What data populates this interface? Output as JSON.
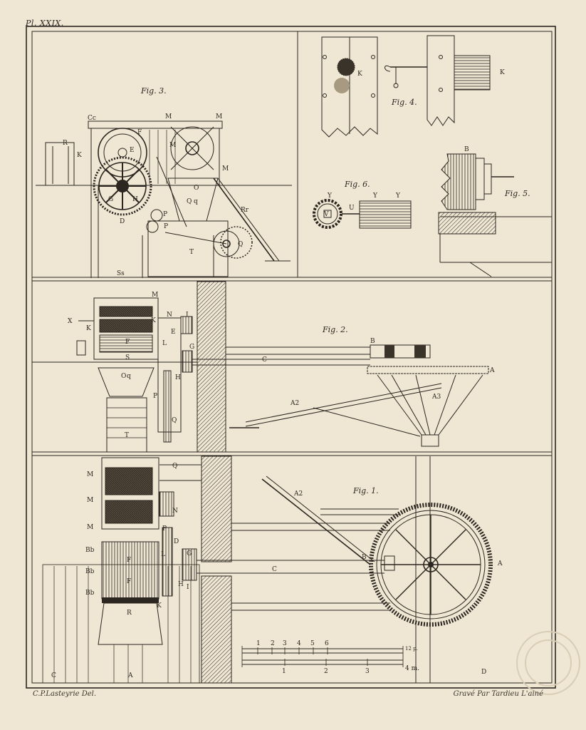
{
  "plate": {
    "number": "Pl. XXIX.",
    "credit_left": "C.P.Lasteyrie Del.",
    "credit_right": "Gravé Par Tardieu L'ainé"
  },
  "figures": {
    "fig1": "Fig. 1.",
    "fig2": "Fig. 2.",
    "fig3": "Fig. 3.",
    "fig4": "Fig. 4.",
    "fig5": "Fig. 5.",
    "fig6": "Fig. 6."
  },
  "labels": {
    "fig3": [
      "Cc",
      "M",
      "M",
      "R",
      "K",
      "F",
      "E",
      "M",
      "M",
      "G",
      "H",
      "D",
      "O",
      "Q",
      "q",
      "Rr",
      "P",
      "P",
      "T",
      "Q",
      "Ss"
    ],
    "fig4": [
      "K",
      "K"
    ],
    "fig5": [
      "B"
    ],
    "fig6": [
      "Y",
      "Y",
      "Y",
      "V",
      "U"
    ],
    "fig2": [
      "M",
      "X",
      "K",
      "K",
      "N",
      "I",
      "F",
      "E",
      "L",
      "G",
      "S",
      "C",
      "B",
      "A",
      "O",
      "q",
      "P",
      "H",
      "Q",
      "T",
      "A2",
      "A3"
    ],
    "fig1": [
      "M",
      "M",
      "M",
      "Q",
      "N",
      "Bb",
      "Bb",
      "Bb",
      "P",
      "D",
      "L",
      "G",
      "H",
      "I",
      "F",
      "F",
      "K",
      "R",
      "C",
      "B",
      "A2",
      "A",
      "C",
      "A",
      "D"
    ]
  },
  "scale": {
    "upper_ticks": [
      "1",
      "2",
      "3",
      "4",
      "5",
      "6"
    ],
    "upper_unit": "12 p.",
    "lower_ticks": [
      "1",
      "2",
      "3"
    ],
    "lower_unit": "4 m."
  }
}
